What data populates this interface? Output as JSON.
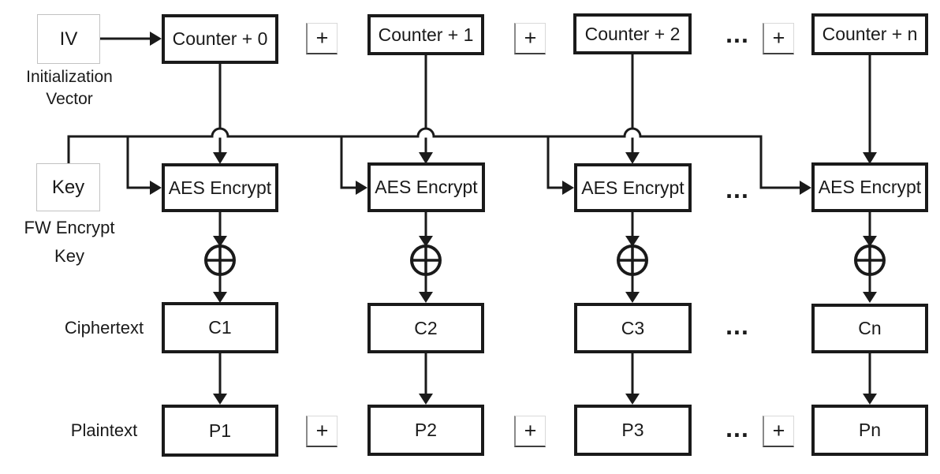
{
  "diagram": {
    "iv": {
      "label": "IV",
      "caption_line1": "Initialization",
      "caption_line2": "Vector"
    },
    "key": {
      "label": "Key",
      "caption_line1": "FW Encrypt",
      "caption_line2": "Key"
    },
    "row_labels": {
      "ciphertext": "Ciphertext",
      "plaintext": "Plaintext"
    },
    "operators": {
      "plus": "+",
      "ellipsis": "...",
      "xor": "⊕"
    },
    "line_color": "#1a1a1a",
    "columns": [
      {
        "counter": "Counter + 0",
        "aes": "AES Encrypt",
        "cipher": "C1",
        "plain": "P1"
      },
      {
        "counter": "Counter + 1",
        "aes": "AES Encrypt",
        "cipher": "C2",
        "plain": "P2"
      },
      {
        "counter": "Counter + 2",
        "aes": "AES Encrypt",
        "cipher": "C3",
        "plain": "P3"
      },
      {
        "counter": "Counter + n",
        "aes": "AES Encrypt",
        "cipher": "Cn",
        "plain": "Pn"
      }
    ]
  }
}
